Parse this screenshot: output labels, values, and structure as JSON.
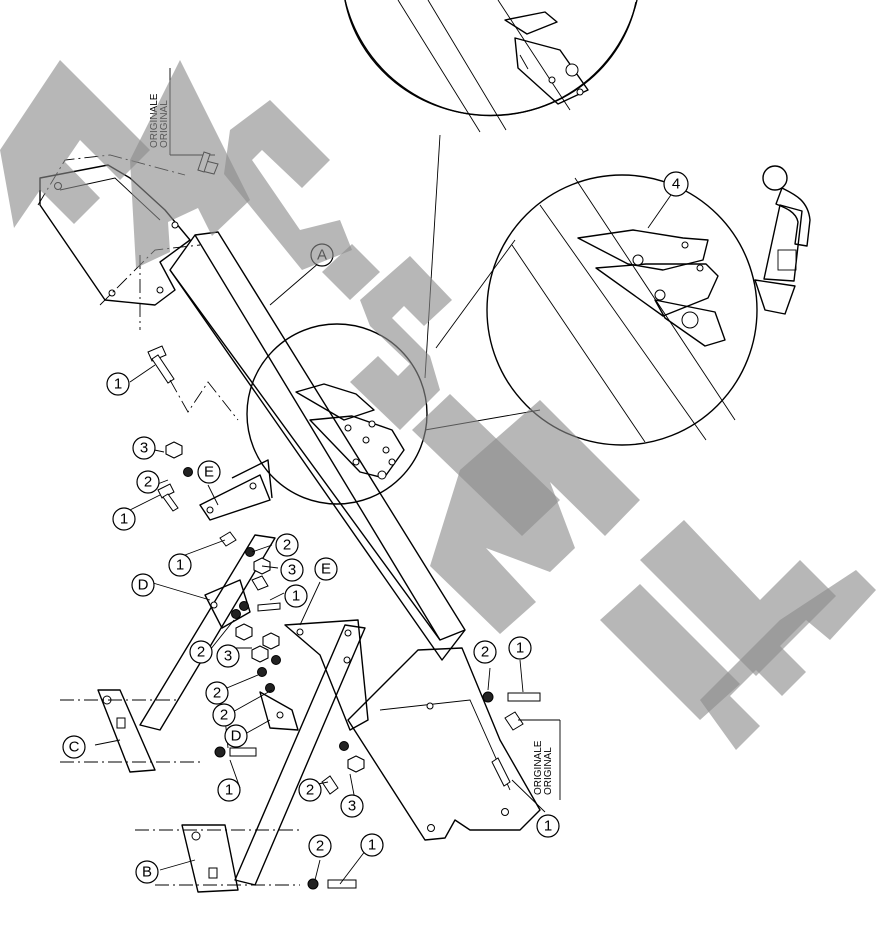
{
  "callouts": {
    "A": "A",
    "B": "B",
    "C": "C",
    "D": "D",
    "E": "E",
    "n1": "1",
    "n2": "2",
    "n3": "3",
    "n4": "4"
  },
  "notes": {
    "original_it": "ORIGINALE",
    "original_en": "ORIGINAL"
  },
  "watermark": {
    "text": "FAC-SIMILE",
    "color": "#8a8a8a"
  }
}
